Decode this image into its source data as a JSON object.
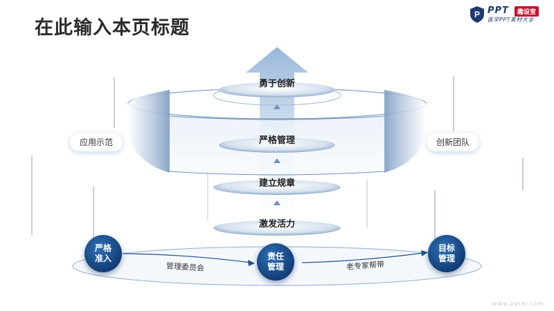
{
  "header": {
    "title": "在此输入本页标题"
  },
  "logo": {
    "brand": "PPT",
    "badge": "趣设室",
    "subtitle": "医学PPT素材大全"
  },
  "center_stack": [
    {
      "label": "勇于创新"
    },
    {
      "label": "严格管理"
    },
    {
      "label": "建立规章"
    },
    {
      "label": "激发活力"
    }
  ],
  "side_pills": {
    "left": "应用示范",
    "right": "创新团队"
  },
  "bottom_flow": {
    "nodes": [
      {
        "line1": "严格",
        "line2": "准入"
      },
      {
        "line1": "责任",
        "line2": "管理"
      },
      {
        "line1": "目标",
        "line2": "管理"
      }
    ],
    "connectors": [
      {
        "label": "管理委员会"
      },
      {
        "label": "老专家帮带"
      }
    ]
  },
  "footer": {
    "watermark": "www.ppter.com"
  },
  "colors": {
    "primary": "#123e78",
    "accent": "#2f6fb2",
    "ring": "#9fb6d4"
  }
}
